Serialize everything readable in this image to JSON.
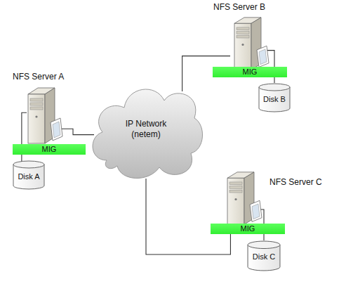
{
  "diagram": {
    "nodes": [
      {
        "text": [
          "NFS Server B"
        ]
      },
      {
        "text": [
          "MIG"
        ]
      },
      {
        "text": [
          "Disk B"
        ]
      },
      {
        "text": [
          "NFS Server A"
        ]
      },
      {
        "text": [
          "MIG"
        ]
      },
      {
        "text": [
          "Disk A"
        ]
      },
      {
        "text": [
          "IP Network (netem)"
        ]
      },
      {
        "text": [
          "NFS Server C"
        ]
      },
      {
        "text": [
          "MIG"
        ]
      },
      {
        "text": [
          "Disk C"
        ]
      }
    ],
    "edges": [
      {
        "from": 0,
        "to": 6,
        "arrow": "none"
      },
      {
        "from": 3,
        "to": 6,
        "arrow": "none"
      },
      {
        "from": 7,
        "to": 6,
        "arrow": "none"
      },
      {
        "from": 0,
        "to": 2,
        "arrow": "none"
      },
      {
        "from": 3,
        "to": 5,
        "arrow": "none"
      },
      {
        "from": 7,
        "to": 9,
        "arrow": "none"
      }
    ]
  }
}
